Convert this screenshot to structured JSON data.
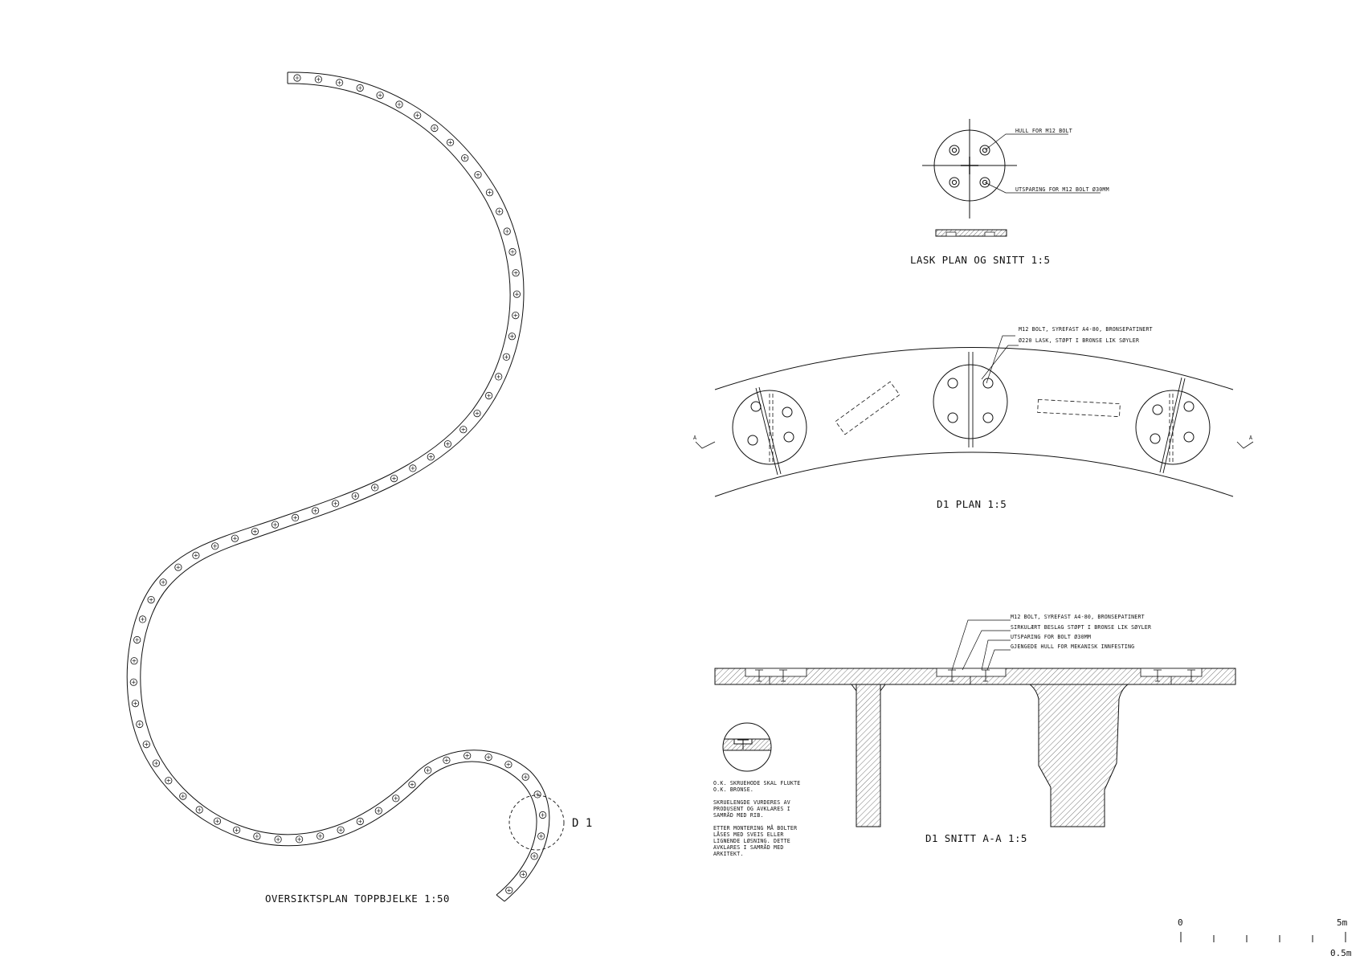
{
  "colors": {
    "ink": "#111111",
    "hatch": "#555555",
    "paper": "#ffffff"
  },
  "overview": {
    "title": "OVERSIKTSPLAN TOPPBJELKE 1:50",
    "detail_tag": "D 1"
  },
  "lask": {
    "title": "LASK PLAN OG SNITT 1:5",
    "label_hole": "HULL FOR M12 BOLT",
    "label_recess": "UTSPARING FOR M12 BOLT Ø30MM"
  },
  "d1_plan": {
    "title": "D1 PLAN 1:5",
    "label_bolt": "M12 BOLT, SYREFAST A4-80, BRONSEPATINERT",
    "label_lask": "Ø220 LASK, STØPT I BRONSE LIK SØYLER",
    "section_mark": "A"
  },
  "d1_section": {
    "title": "D1 SNITT A-A 1:5",
    "labels": [
      "M12 BOLT, SYREFAST A4-80, BRONSEPATINERT",
      "SIRKULÆRT BESLAG STØPT I BRONSE LIK SØYLER",
      "UTSPARING FOR BOLT Ø30MM",
      "GJENGEDE HULL FOR MEKANISK INNFESTING"
    ],
    "notes": [
      "O.K. SKRUEHODE SKAL FLUKTE",
      "O.K. BRONSE.",
      "",
      "SKRUELENGDE VURDERES AV",
      "PRODUSENT OG AVKLARES I",
      "SAMRÅD MED RIB.",
      "",
      "ETTER MONTERING MÅ BOLTER",
      "LÅSES MED SVEIS ELLER",
      "LIGNENDE LØSNING. DETTE",
      "AVKLARES I SAMRÅD MED",
      "ARKITEKT."
    ]
  },
  "scale_bar": {
    "start": "0",
    "end": "5m",
    "sub": "0.5m"
  }
}
